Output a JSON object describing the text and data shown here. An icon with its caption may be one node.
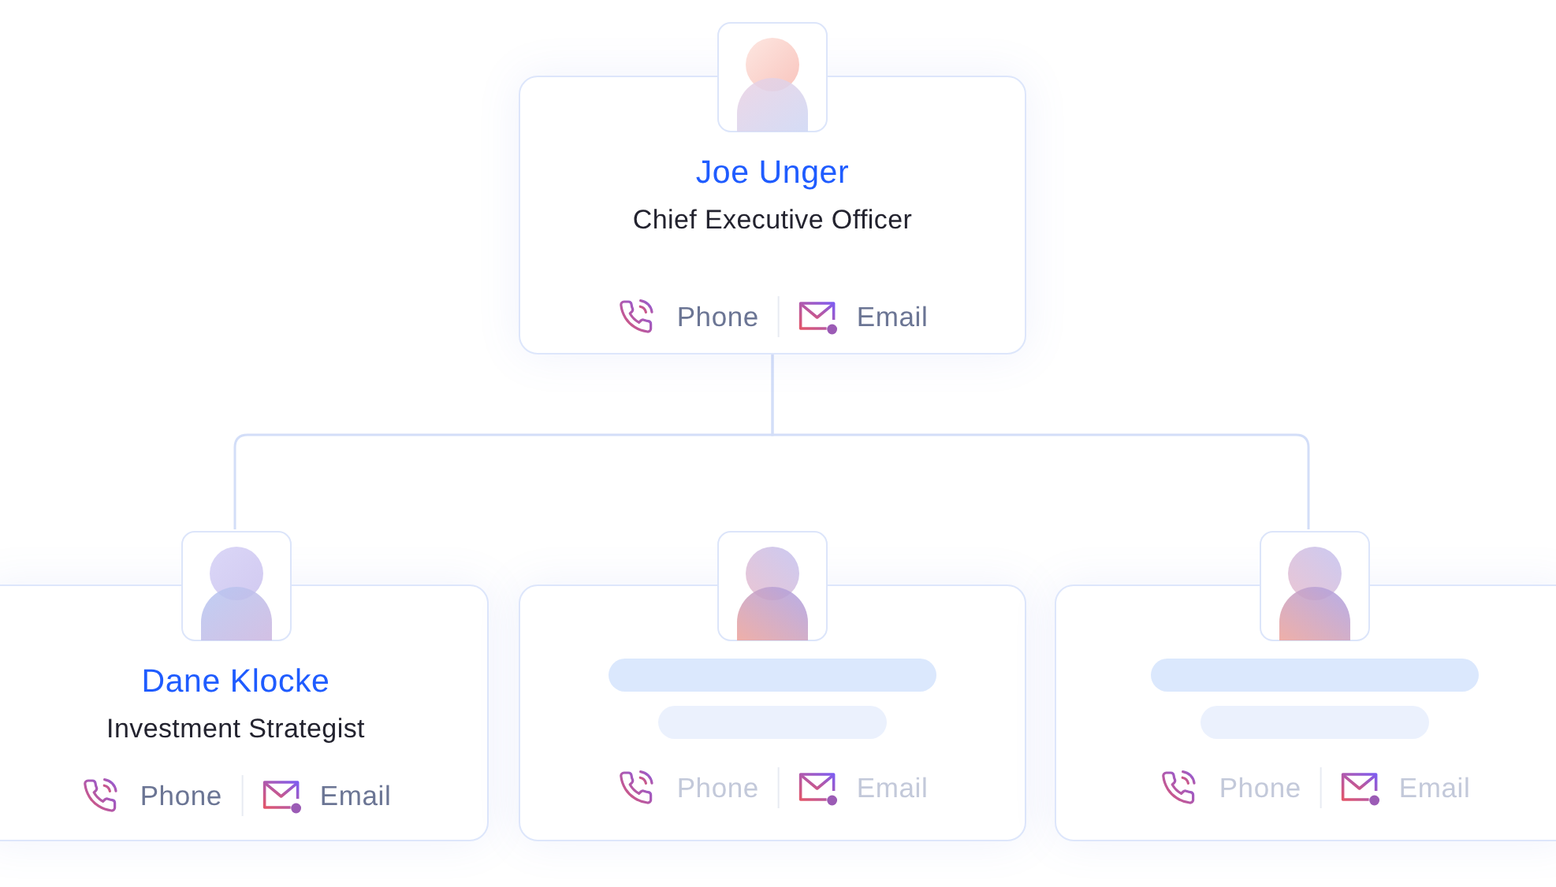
{
  "diagram": {
    "nodes": [
      {
        "text": [
          "Joe Unger",
          "Chief Executive Officer",
          "Phone",
          "Email"
        ]
      },
      {
        "text": [
          "Dane Klocke",
          "Investment Strategist",
          "Phone",
          "Email"
        ]
      },
      {
        "text": [
          "Phone",
          "Email"
        ]
      },
      {
        "text": [
          "Phone",
          "Email"
        ]
      }
    ],
    "edges": [
      {
        "from": 0,
        "to": 1,
        "arrow": "none"
      },
      {
        "from": 0,
        "to": 3,
        "arrow": "none"
      }
    ]
  }
}
